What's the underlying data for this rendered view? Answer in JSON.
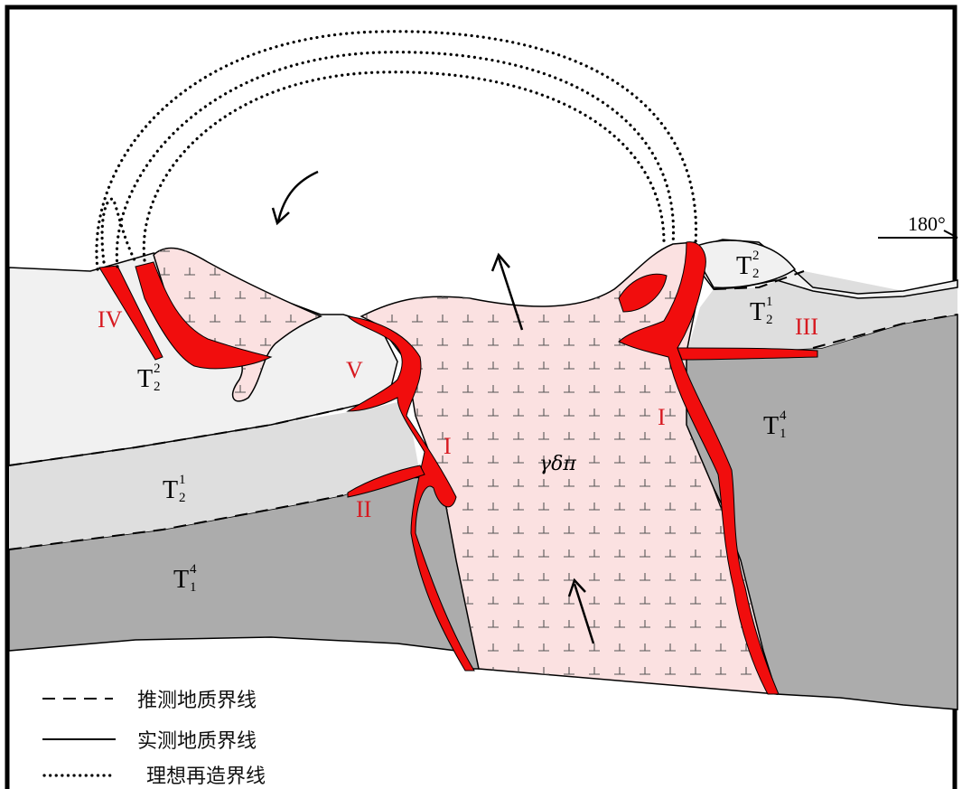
{
  "colors": {
    "intrusion_fill": "#fbe1e1",
    "dike_red": "#f10d0d",
    "light_gray": "#f1f1f1",
    "mid_gray": "#dedede",
    "dark_gray": "#acacac",
    "roman_red": "#d71920",
    "frame": "#000000"
  },
  "icons": {
    "flow_arrow": "arrow-icon",
    "rotation_arrow": "curved-arrow-icon"
  },
  "labels": {
    "rock_body": "γδπ",
    "orientation": "180°",
    "roman": {
      "I_center": "I",
      "I_right": "I",
      "II": "II",
      "III": "III",
      "IV": "IV",
      "V": "V"
    },
    "units": {
      "t22_left": {
        "base": "T",
        "sup": "2",
        "sub": "2"
      },
      "t21_left": {
        "base": "T",
        "sup": "1",
        "sub": "2"
      },
      "t14_left": {
        "base": "T",
        "sup": "4",
        "sub": "1"
      },
      "t22_right": {
        "base": "T",
        "sup": "2",
        "sub": "2"
      },
      "t21_right": {
        "base": "T",
        "sup": "1",
        "sub": "2"
      },
      "t14_right": {
        "base": "T",
        "sup": "4",
        "sub": "1"
      }
    }
  },
  "legend": [
    {
      "symbol": "dashed",
      "label": "推测地质界线"
    },
    {
      "symbol": "solid",
      "label": "实测地质界线"
    },
    {
      "symbol": "dotted",
      "label": "理想再造界线"
    }
  ]
}
